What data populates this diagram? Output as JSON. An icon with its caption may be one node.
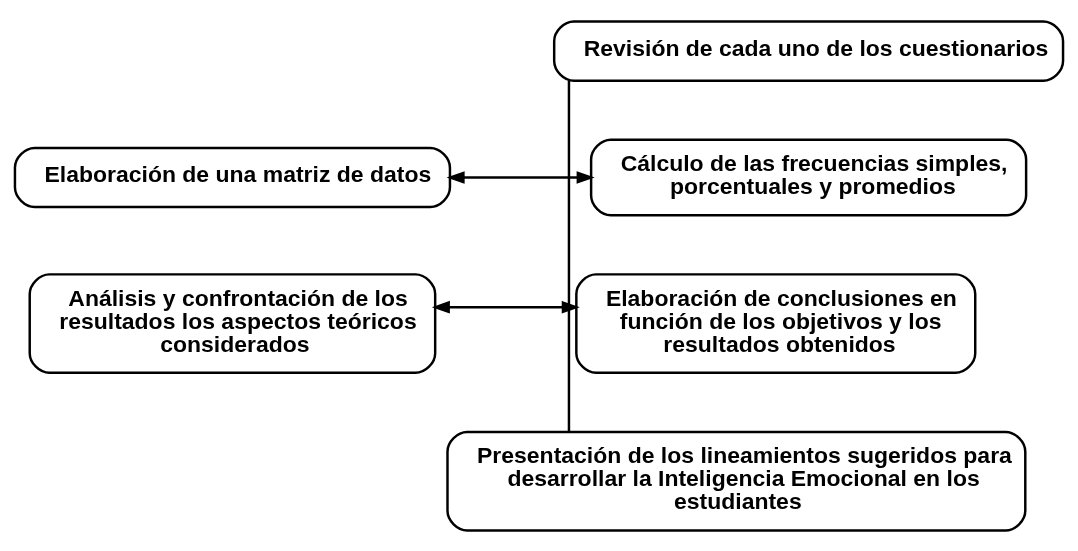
{
  "diagram": {
    "nodes": [
      {
        "text": [
          "Revisión de cada uno de los cuestionarios"
        ]
      },
      {
        "text": [
          "Elaboración de una matriz de datos"
        ]
      },
      {
        "text": [
          "Cálculo de las frecuencias simples, porcentuales y promedios"
        ]
      },
      {
        "text": [
          "Análisis y confrontación de los resultados los aspectos teóricos considerados"
        ]
      },
      {
        "text": [
          "Elaboración de conclusiones en función de los objetivos y los resultados obtenidos"
        ]
      },
      {
        "text": [
          "Presentación de los lineamientos sugeridos para desarrollar la Inteligencia Emocional en los estudiantes"
        ]
      }
    ],
    "edges": [
      {
        "from": 0,
        "to": 5,
        "arrow": "none"
      },
      {
        "from": 1,
        "to": 2,
        "arrow": "both"
      },
      {
        "from": 3,
        "to": 4,
        "arrow": "both"
      }
    ]
  }
}
